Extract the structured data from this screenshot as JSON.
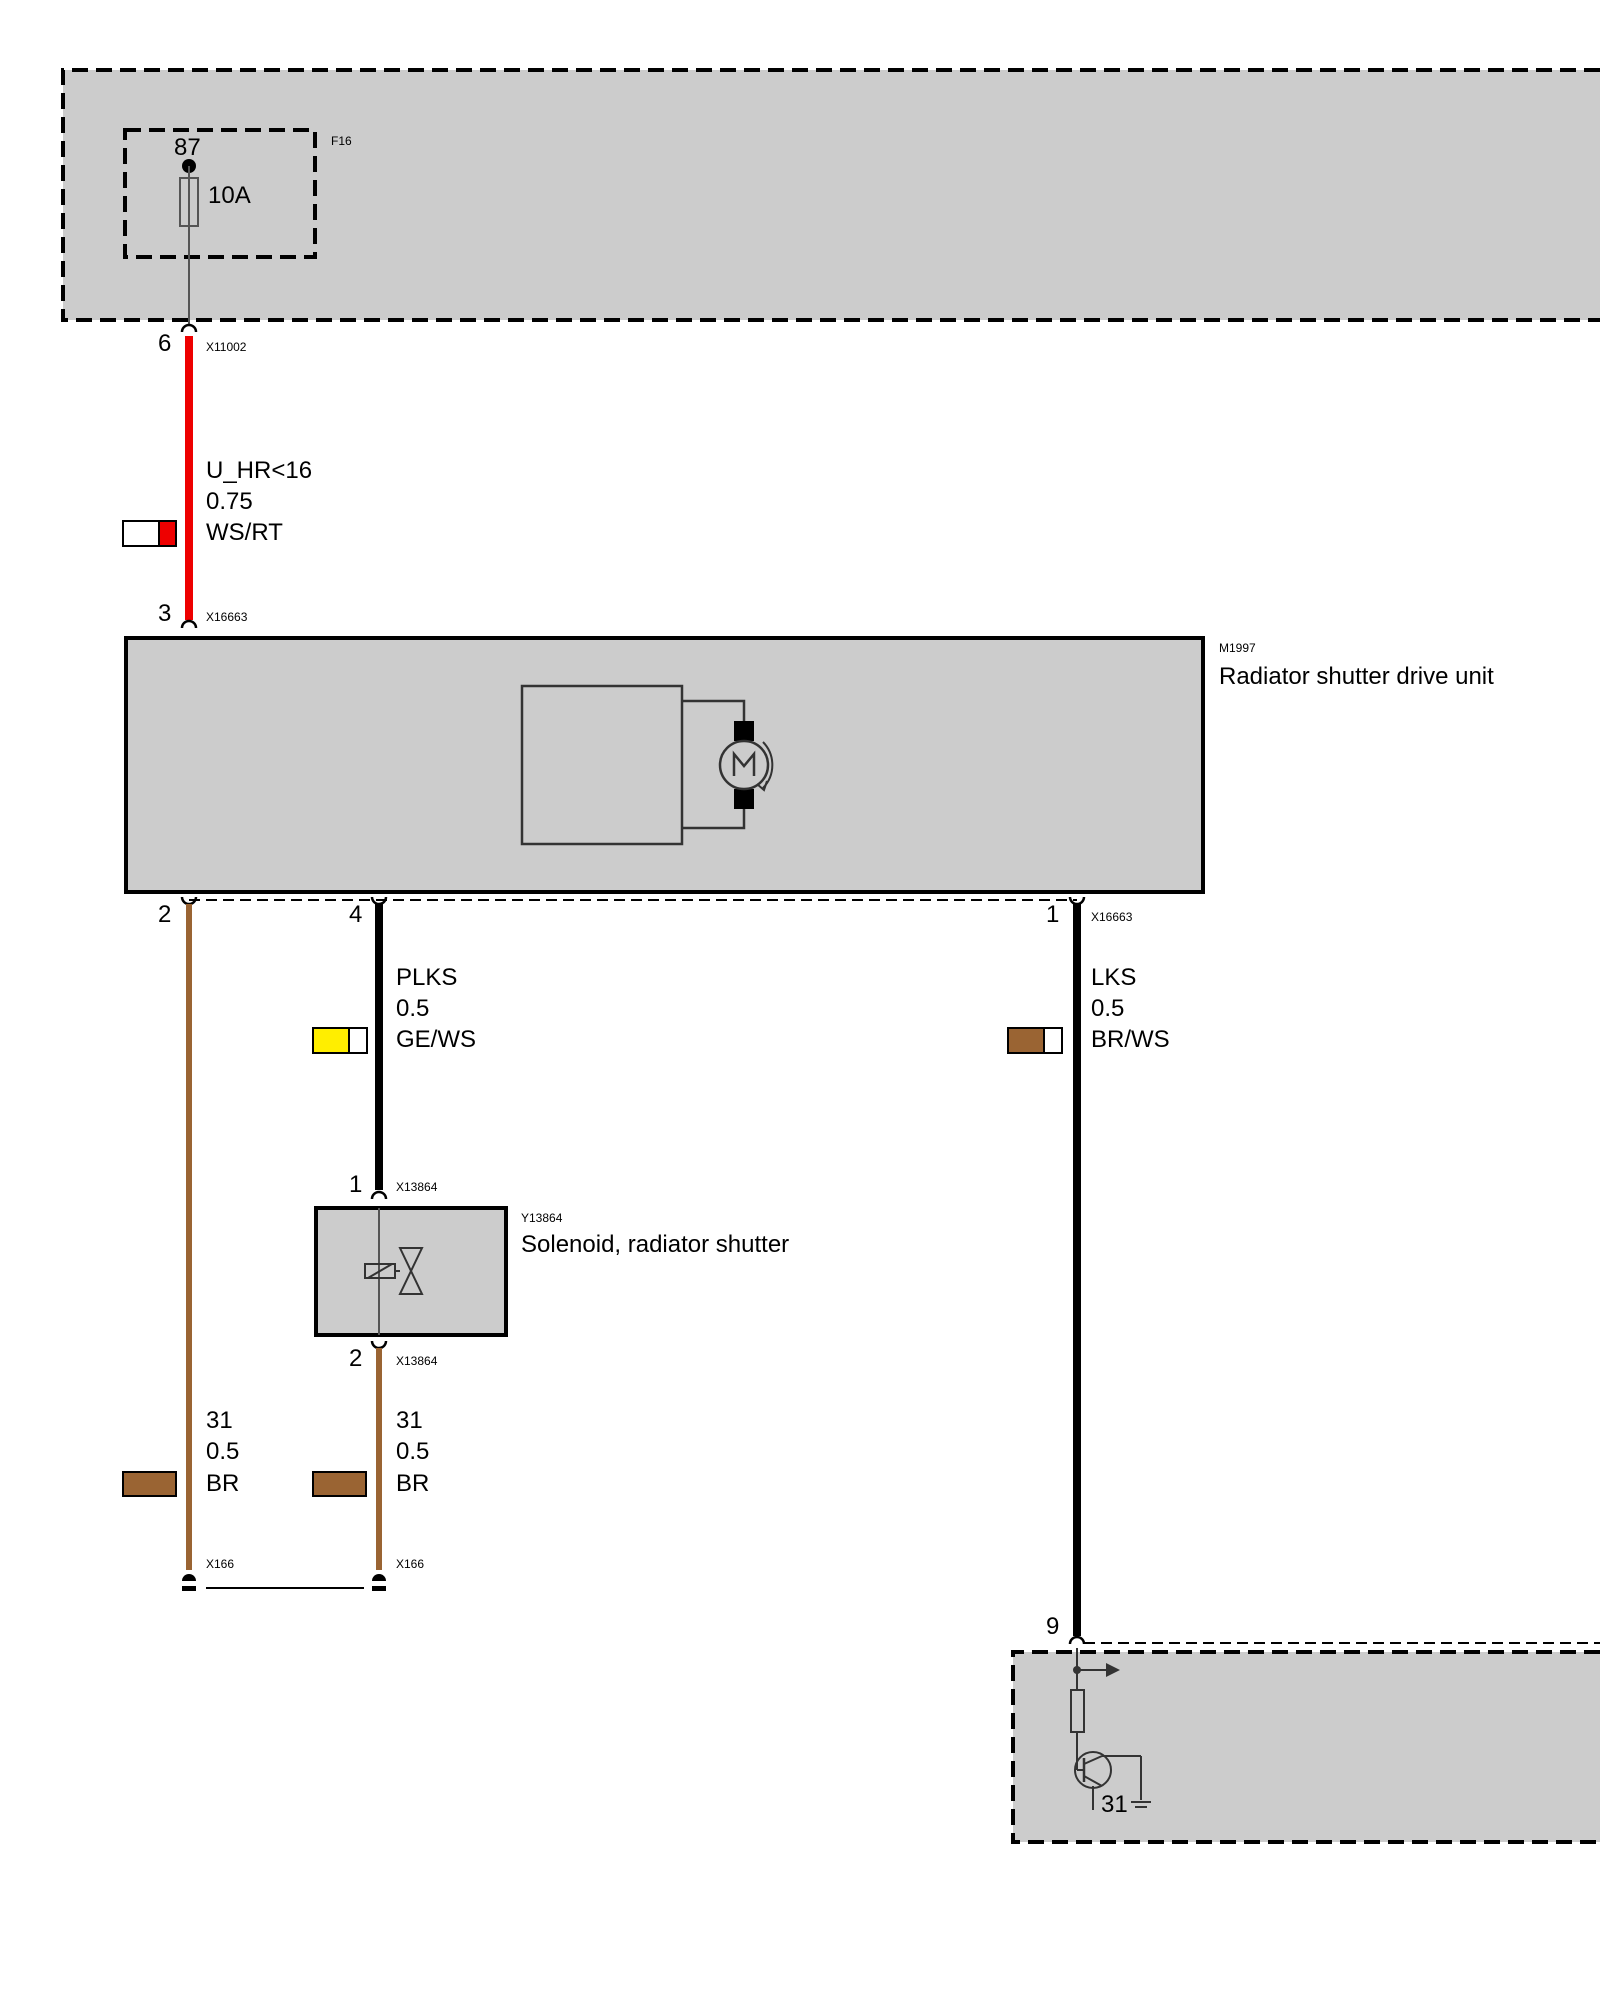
{
  "top_module": {
    "fuse": {
      "id": "F16",
      "terminal": "87",
      "rating": "10A"
    },
    "connector": {
      "pin": "6",
      "id": "X11002"
    }
  },
  "wire_supply": {
    "signal": "U_HR<16",
    "size": "0.75",
    "color_code": "WS/RT",
    "primary_color": "#ffffff",
    "secondary_color": "#ee0000"
  },
  "drive_unit": {
    "id": "M1997",
    "name": "Radiator shutter drive unit",
    "connector_id": "X16663",
    "pins": {
      "supply": "3",
      "ground": "2",
      "plks": "4",
      "lks": "1"
    }
  },
  "wire_plks": {
    "signal": "PLKS",
    "size": "0.5",
    "color_code": "GE/WS",
    "primary_color": "#ffee00",
    "secondary_color": "#ffffff"
  },
  "wire_lks": {
    "signal": "LKS",
    "size": "0.5",
    "color_code": "BR/WS",
    "primary_color": "#9a6433",
    "secondary_color": "#ffffff"
  },
  "solenoid": {
    "id": "Y13864",
    "name": "Solenoid, radiator shutter",
    "connector_id": "X13864",
    "pin_in": "1",
    "pin_out": "2"
  },
  "wire_ground_left": {
    "signal": "31",
    "size": "0.5",
    "color_code": "BR",
    "primary_color": "#9a6433",
    "secondary_color": "#9a6433"
  },
  "wire_ground_mid": {
    "signal": "31",
    "size": "0.5",
    "color_code": "BR",
    "primary_color": "#9a6433",
    "secondary_color": "#9a6433"
  },
  "ground_connector": {
    "id_left": "X166",
    "id_right": "X166"
  },
  "bottom_module": {
    "pin": "9",
    "ground_label": "31"
  },
  "colors": {
    "module_fill": "#cccccc",
    "wire_black": "#000000",
    "wire_brown": "#9a6433",
    "wire_red": "#ee0000"
  }
}
